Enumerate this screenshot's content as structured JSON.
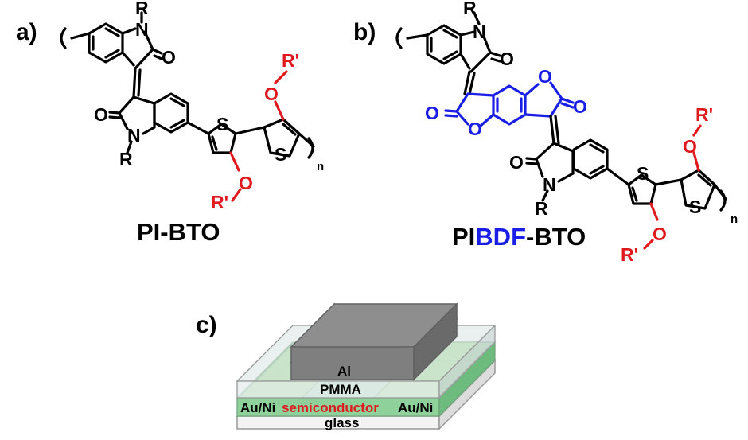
{
  "colors": {
    "black": "#000000",
    "red": "#e0191e",
    "blue": "#1a1fe8",
    "glass": "#f0f0f0",
    "electrode": "#9fd8a8",
    "semiconductor": "#8fd19b",
    "pmma": "#cfd8d8",
    "aluminum": "#7f7f7f"
  },
  "panel_a": {
    "label": "a)",
    "caption": "PI-BTO",
    "atoms": {
      "n1": "N",
      "r1": "R",
      "o1": "O",
      "o2": "O",
      "n2": "N",
      "r2": "R",
      "s1": "S",
      "o3": "O",
      "rp1": "R'",
      "o4": "O",
      "rp2": "R'",
      "s2": "S",
      "n_sub": "n"
    }
  },
  "panel_b": {
    "label": "b)",
    "caption_prefix": "PI",
    "caption_highlight": "BDF",
    "caption_suffix": "-BTO",
    "atoms": {
      "n1": "N",
      "r1": "R",
      "o1": "O",
      "bo1": "O",
      "bo2": "O",
      "bo3": "O",
      "bo4": "O",
      "o2": "O",
      "n2": "N",
      "r2": "R",
      "s1": "S",
      "s2": "S",
      "o3": "O",
      "rp1": "R'",
      "o4": "O",
      "rp2": "R'",
      "n_sub": "n"
    }
  },
  "panel_c": {
    "label": "c)",
    "layers": {
      "al": "Al",
      "pmma": "PMMA",
      "electrode_left": "Au/Ni",
      "semiconductor": "semiconductor",
      "electrode_right": "Au/Ni",
      "glass": "glass"
    }
  }
}
